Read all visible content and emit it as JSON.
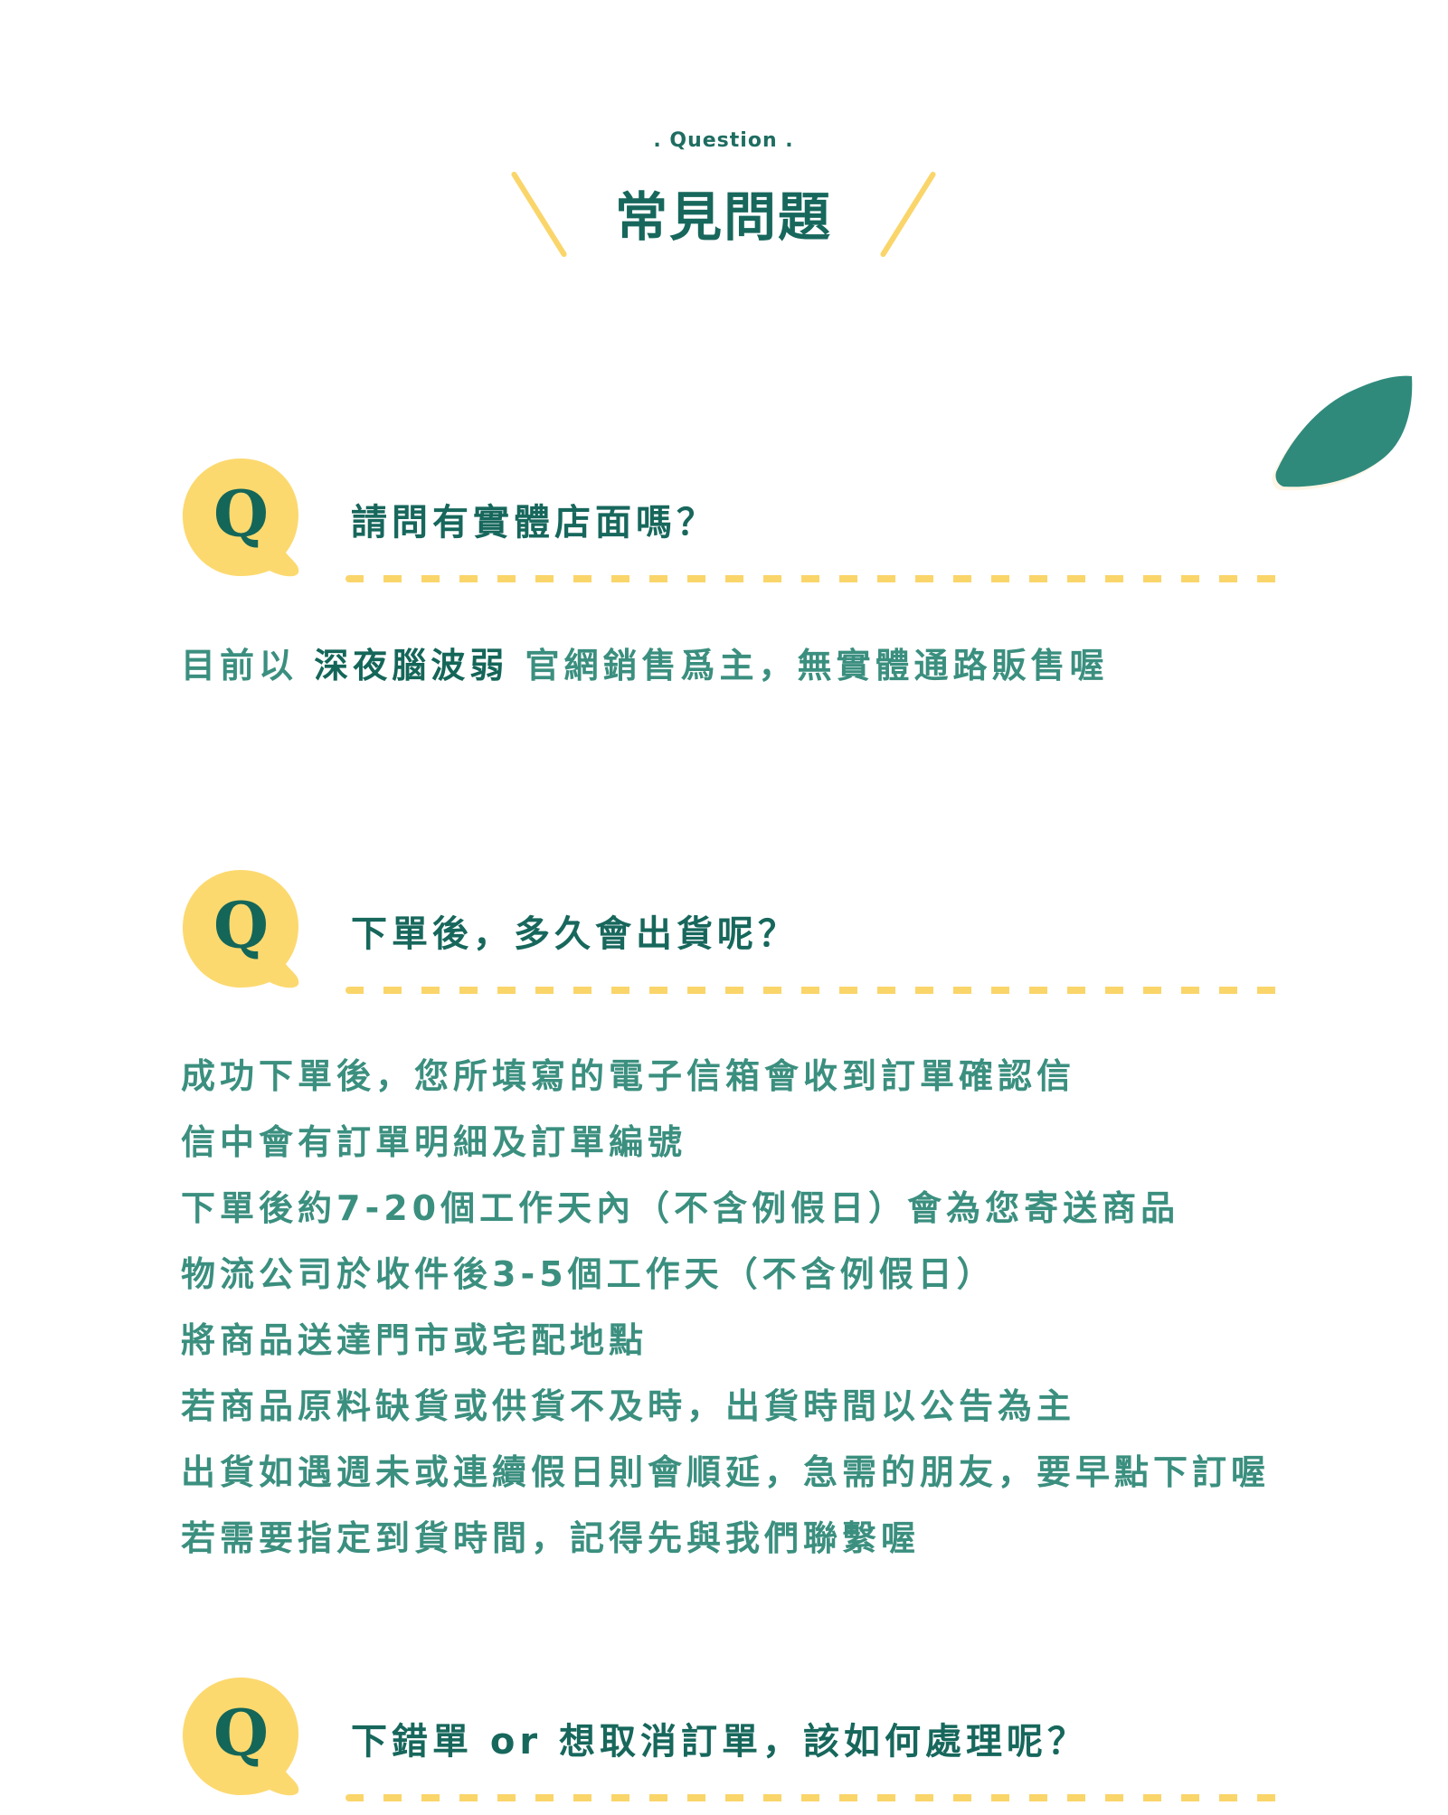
{
  "header": {
    "kicker": ". Question .",
    "title": "常見問題"
  },
  "colors": {
    "accent_yellow": "#fad56a",
    "primary_green": "#17675c",
    "answer_green": "#3b8f7f",
    "leaf_green": "#2f8a7c"
  },
  "faqs": [
    {
      "badge_letter": "Q",
      "question": "請問有實體店面嗎？",
      "answer": {
        "prefix": "目前以 ",
        "emphasis": "深夜腦波弱",
        "suffix": " 官網銷售爲主，無實體通路販售喔"
      }
    },
    {
      "badge_letter": "Q",
      "question": "下單後，多久會出貨呢？",
      "answer_lines": [
        "成功下單後，您所填寫的電子信箱會收到訂單確認信",
        "信中會有訂單明細及訂單編號",
        "下單後約7-20個工作天內（不含例假日）會為您寄送商品",
        "物流公司於收件後3-5個工作天（不含例假日）",
        "將商品送達門市或宅配地點",
        "若商品原料缺貨或供貨不及時，出貨時間以公告為主",
        "出貨如遇週未或連續假日則會順延，急需的朋友，要早點下訂喔",
        "若需要指定到貨時間，記得先與我們聯繫喔"
      ]
    },
    {
      "badge_letter": "Q",
      "question": "下錯單 or 想取消訂單，該如何處理呢？"
    }
  ]
}
